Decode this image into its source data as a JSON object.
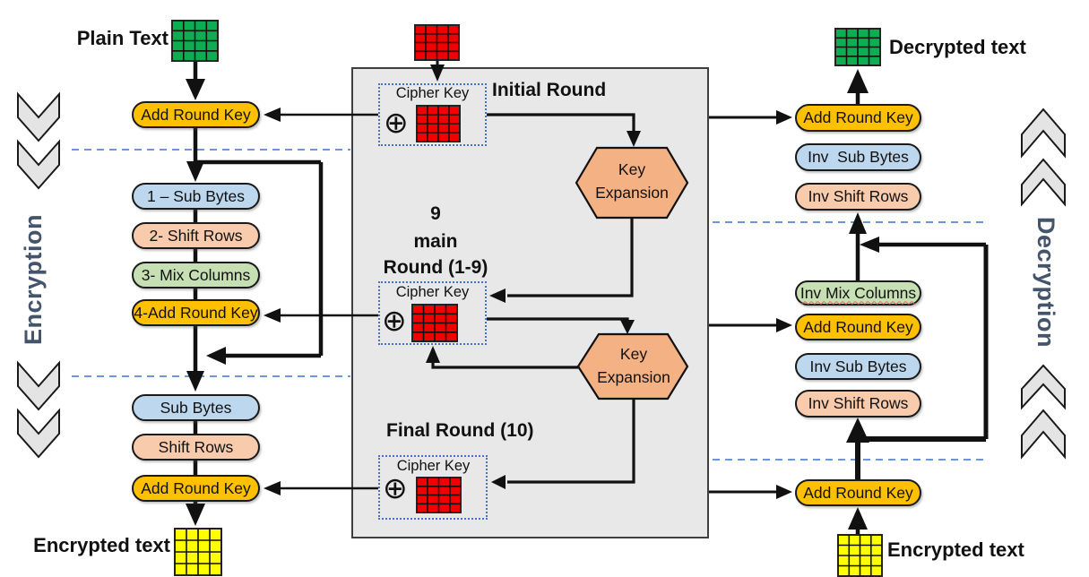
{
  "title": "AES encryption and decryption rounds diagram",
  "colors": {
    "pill_yellow": "#FFC000",
    "pill_blue": "#BDD7EE",
    "pill_peach": "#F8CBAD",
    "pill_green": "#C6E0B4",
    "hexagon_orange": "#F4B183",
    "key_red": "#F20000",
    "state_green": "#0EAD51",
    "state_yellow": "#FFFF00",
    "center_box_gray": "#E8E8E8",
    "chevron_gray": "#E4E4E4",
    "dashed_line_blue": "#6C96DC",
    "side_label_color": "#44546A"
  },
  "encryption": {
    "side_label": "Encryption",
    "input_label": "Plain Text",
    "output_label": "Encrypted text",
    "initial_add_round_key": "Add Round Key",
    "main_rounds": [
      "1 – Sub Bytes",
      "2- Shift Rows",
      "3- Mix Columns",
      "4-Add Round Key"
    ],
    "final_rounds": [
      "Sub Bytes",
      "Shift Rows",
      "Add Round Key"
    ]
  },
  "key_schedule": {
    "initial_round_label": "Initial Round",
    "main_round_label_lines": [
      "9",
      "main",
      "Round (1-9)"
    ],
    "final_round_label": "Final Round (10)",
    "cipher_key_label": "Cipher Key",
    "xor_symbol": "⊕",
    "key_expansion_lines": [
      "Key",
      "Expansion"
    ]
  },
  "decryption": {
    "side_label": "Decryption",
    "output_label": "Decrypted text",
    "input_label": "Encrypted text",
    "final_group": [
      "Add Round Key",
      "Inv  Sub Bytes",
      "Inv Shift Rows"
    ],
    "main_group": [
      "Inv Mix Columns",
      "Add Round Key",
      "Inv Sub Bytes",
      "Inv Shift Rows"
    ],
    "initial_add_round_key": "Add Round Key"
  }
}
